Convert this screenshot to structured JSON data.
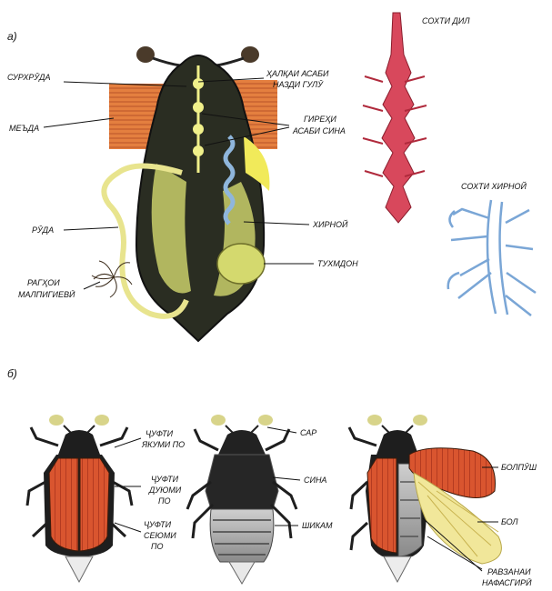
{
  "part_a": {
    "marker": "а)",
    "labels": {
      "esophagus": "СУРХРӮДА",
      "nerve_ring_1": "ҲАЛҚАИ АСАБИ",
      "nerve_ring_2": "НАЗДИ ГУЛӮ",
      "stomach": "МЕЪДА",
      "chest_ganglia_1": "ГИРЕҲИ",
      "chest_ganglia_2": "АСАБИ СИНА",
      "intestine": "РӮДА",
      "fat_body": "ХИРНОЙ",
      "ovary": "ТУХМДОН",
      "malpighian_1": "РАГҲОИ",
      "malpighian_2": "МАЛПИГИЕВӢ",
      "heart_structure": "СОХТИ ДИЛ",
      "fat_structure": "СОХТИ ХИРНОЙ"
    }
  },
  "part_b": {
    "marker": "б)",
    "labels": {
      "front_legs_1": "ҶУФТИ",
      "front_legs_2": "ЯКУМИ ПО",
      "middle_legs_1": "ҶУФТИ",
      "middle_legs_2": "ДУЮМИ",
      "middle_legs_3": "ПО",
      "hind_legs_1": "ҶУФТИ",
      "hind_legs_2": "СЕЮМИ",
      "hind_legs_3": "ПО",
      "head": "САР",
      "thorax": "СИНА",
      "abdomen": "ШИКАМ",
      "elytra": "БОЛПӮШ",
      "wing": "БОЛ",
      "spiracles_1": "РАВЗАНАИ",
      "spiracles_2": "НАФАСГИРӢ"
    }
  },
  "colors": {
    "organ_yellow": "#d9dc6a",
    "muscle_orange": "#e07a3c",
    "heart_red": "#d8485c",
    "fat_blue": "#8fb6dc",
    "elytra_red": "#c8452a",
    "beetle_black": "#1e1e1e",
    "wing_yellow": "#f1e79a"
  }
}
